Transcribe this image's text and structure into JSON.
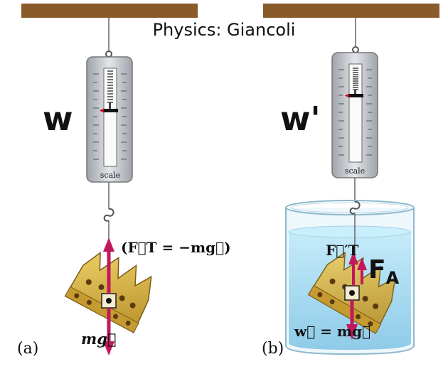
{
  "header": {
    "title": "Physics: Giancoli"
  },
  "panel_a": {
    "weight_label": "w",
    "tension_label": "(F⃗T = −mg⃗)",
    "gravity_label": "mg⃗",
    "scale_text": "scale",
    "caption": "(a)"
  },
  "panel_b": {
    "weight_label": "w'",
    "tension_label": "F⃗′T",
    "buoyant_label": "F",
    "buoyant_sub": "A",
    "gravity_label": "w⃗ = mg⃗",
    "scale_text": "scale",
    "caption": "(b)"
  },
  "colors": {
    "support": "#8b5a2b",
    "scale_body": "#c9ccd1",
    "arrow": "#c2185b",
    "crown": "#d8b23a",
    "water": "#a9daf0"
  }
}
